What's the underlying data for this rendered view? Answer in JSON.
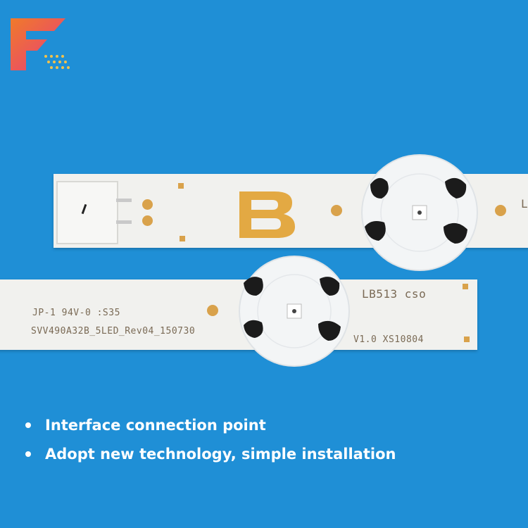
{
  "pcb": {
    "strip1_label": "L",
    "strip2": {
      "line1": "JP-1 94V-0  :S35",
      "line2": "SVV490A32B_5LED_Rev04_150730",
      "lb": "LB513 cso",
      "ver": "V1.0 XS10804"
    }
  },
  "features": [
    "Interface connection point",
    "Adopt new technology, simple installation"
  ],
  "colors": {
    "background": "#1f8fd6",
    "pcb": "#f1f1ee",
    "pad": "#d9a24b",
    "text": "#ffffff"
  },
  "logo": {
    "icon": "f-letter-logo-icon"
  }
}
